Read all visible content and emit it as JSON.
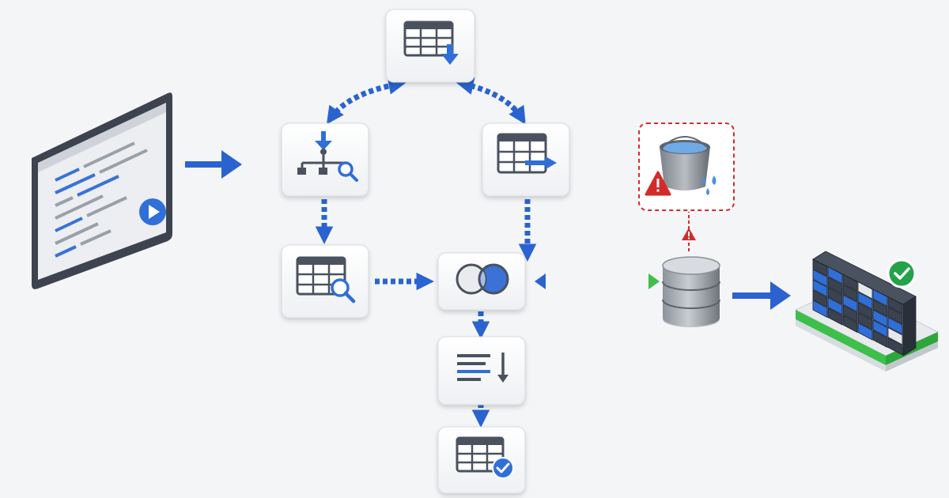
{
  "diagram": {
    "style": "isometric pipeline flow, no printed text",
    "colors": {
      "background": "#f4f5f7",
      "card": "#ffffff",
      "card_edge": "#d7dbe1",
      "icon_dark": "#4a5260",
      "accent_blue": "#2f6fd8",
      "arrow_blue": "#2a63cf",
      "arrow_green": "#3cc04a",
      "alert_red": "#d42a2a",
      "success_green": "#23a24a"
    },
    "nodes": [
      {
        "id": "sql-editor",
        "icon": "code-editor-with-play-button"
      },
      {
        "id": "query-plan",
        "icon": "hierarchy-with-search"
      },
      {
        "id": "table-import",
        "icon": "table-with-down-arrow"
      },
      {
        "id": "table-export",
        "icon": "table-with-right-arrow"
      },
      {
        "id": "table-scan",
        "icon": "table-with-magnifier"
      },
      {
        "id": "join",
        "icon": "venn-diagram"
      },
      {
        "id": "sort",
        "icon": "sort-descending-lines"
      },
      {
        "id": "validated-table",
        "icon": "table-with-checkmark"
      },
      {
        "id": "database",
        "icon": "database-cylinder"
      },
      {
        "id": "data-leak-alert",
        "icon": "leaking-bucket-with-warning"
      },
      {
        "id": "data-warehouse",
        "icon": "block-cluster-with-checkmark"
      }
    ],
    "edges": [
      {
        "from": "sql-editor",
        "to": "query-plan",
        "style": "solid"
      },
      {
        "from": "query-plan",
        "to": "table-import",
        "style": "dashed",
        "direction": "both"
      },
      {
        "from": "table-import",
        "to": "table-export",
        "style": "dashed",
        "direction": "both"
      },
      {
        "from": "query-plan",
        "to": "table-scan",
        "style": "dashed"
      },
      {
        "from": "table-export",
        "to": "join",
        "style": "dashed"
      },
      {
        "from": "table-scan",
        "to": "join",
        "style": "dashed"
      },
      {
        "from": "join",
        "to": "sort",
        "style": "dashed"
      },
      {
        "from": "sort",
        "to": "validated-table",
        "style": "dashed"
      },
      {
        "from": "database",
        "to": "join",
        "style": "dashed-gradient",
        "direction": "both"
      },
      {
        "from": "database",
        "to": "data-leak-alert",
        "style": "dashed-red"
      },
      {
        "from": "database",
        "to": "data-warehouse",
        "style": "solid"
      }
    ]
  }
}
